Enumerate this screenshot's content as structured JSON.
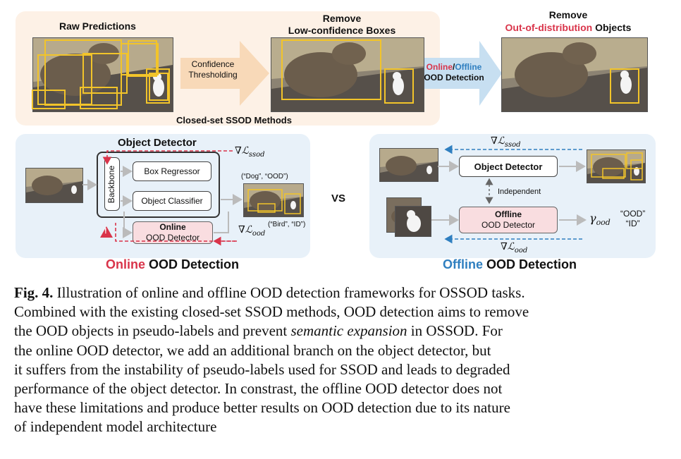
{
  "top": {
    "raw_predictions": "Raw Predictions",
    "remove_low_1": "Remove",
    "remove_low_2": "Low-confidence Boxes",
    "remove_ood_1": "Remove",
    "remove_ood_red": "Out-of-distribution",
    "remove_ood_black": "Objects",
    "conf_1": "Confidence",
    "conf_2": "Thresholding",
    "online_word": "Online",
    "slash": "/",
    "offline_word": "Offline",
    "ood_detection": "OOD Detection",
    "closed_set_label": "Closed-set SSOD Methods"
  },
  "online": {
    "object_detector_title": "Object Detector",
    "grad_ssod": "∇ℒ",
    "grad_ssod_sub": "ssod",
    "backbone": "Backbone",
    "box_regressor": "Box Regressor",
    "object_classifier": "Object Classifier",
    "ood_online_1": "Online",
    "ood_online_2": "OOD Detector",
    "dog_label": "(“Dog”, “OOD”)",
    "bird_label": "(“Bird”, “ID”)",
    "grad_ood": "∇ℒ",
    "grad_ood_sub": "ood",
    "warning_glyph": "!",
    "title_colored": "Online",
    "title_rest": " OOD Detection"
  },
  "vs": "VS",
  "offline": {
    "grad_ssod": "∇ℒ",
    "grad_ssod_sub": "ssod",
    "object_detector": "Object Detector",
    "independent": "Independent",
    "ood_offline_1": "Offline",
    "ood_offline_2": "OOD Detector",
    "gamma": "γ",
    "gamma_sub": "ood",
    "ood_quote": "“OOD”",
    "id_quote": "“ID”",
    "grad_ood": "∇ℒ",
    "grad_ood_sub": "ood",
    "title_colored": "Offline",
    "title_rest": " OOD Detection"
  },
  "caption": {
    "fig": "Fig. 4.",
    "l1": " Illustration of online and offline OOD detection frameworks for OSSOD tasks.",
    "l2": "Combined with the existing closed-set SSOD methods, OOD detection aims to remove",
    "l3a": "the OOD objects in pseudo-labels and prevent ",
    "l3em": "semantic expansion",
    "l3b": " in OSSOD. For",
    "l4": "the online OOD detector, we add an additional branch on the object detector, but",
    "l5": "it suffers from the instability of pseudo-labels used for SSOD and leads to degraded",
    "l6": "performance of the object detector. In constrast, the offline OOD detector does not",
    "l7": "have these limitations and produce better results on OOD detection due to its nature",
    "l8": "of independent model architecture"
  },
  "colors": {
    "red": "#d9344a",
    "blue": "#2f7fc0",
    "box_yellow": "#f2c42a",
    "panel_peach": "#fdf1e6",
    "panel_blue": "#e8f1f9",
    "arrow_peach": "#f8d9b8",
    "arrow_blue": "#c7dff1"
  }
}
